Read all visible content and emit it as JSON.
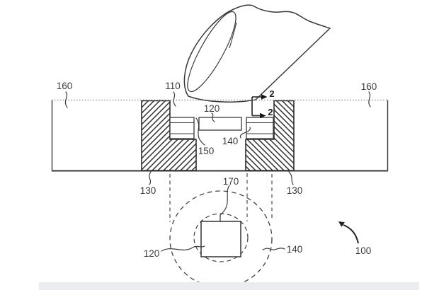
{
  "figure": {
    "kind": "patent-cross-section-drawing",
    "description": "Finger pressing a button/fingerprint-sensor assembly shown in cross-section with a projected bottom circular view",
    "background_color": "#ffffff",
    "line_color": "#383838",
    "text_color": "#3b3b3b",
    "hatch_color": "#2e2e2e",
    "bottom_bar_color": "#ebecf0"
  },
  "labels": {
    "housing_left": "160",
    "opening": "110",
    "housing_right": "160",
    "cover_top": "120",
    "gap": "150",
    "trim_mid": "140",
    "mount_left": "130",
    "mount_right": "130",
    "connector": "170",
    "cover_bottom": "120",
    "trim_bottom": "140",
    "assembly": "100",
    "section_top": "2",
    "section_bottom": "2"
  }
}
